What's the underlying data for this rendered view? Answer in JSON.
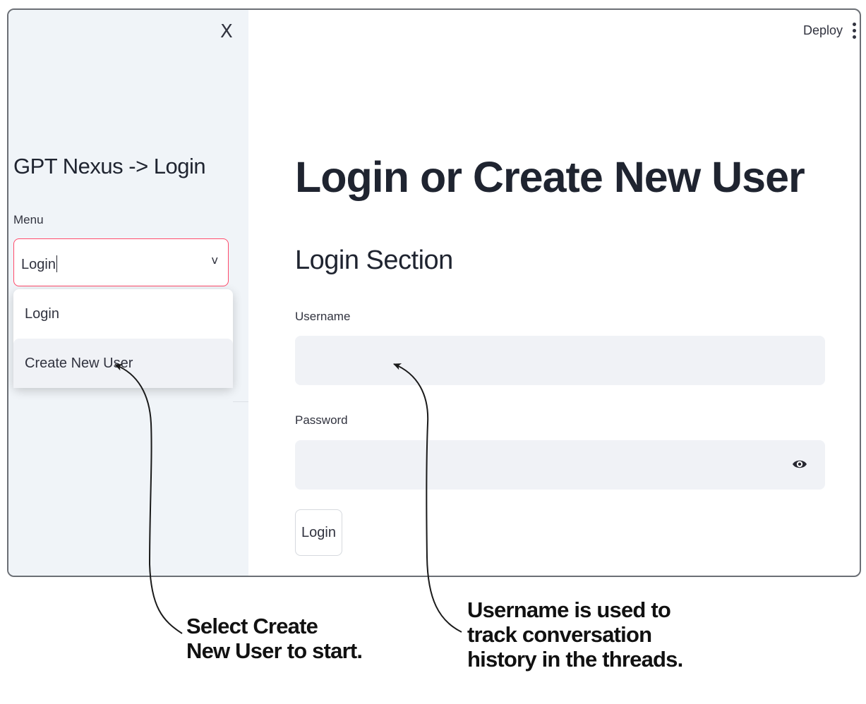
{
  "sidebar": {
    "close_icon": "X",
    "app_title": "GPT Nexus -> Login",
    "menu_label": "Menu",
    "select": {
      "value": "Login",
      "chevron": "v",
      "options": [
        "Login",
        "Create New User"
      ]
    }
  },
  "header": {
    "deploy_label": "Deploy",
    "menu_icon": "vertical-ellipsis-icon"
  },
  "main": {
    "title": "Login or Create New User",
    "section_title": "Login Section",
    "username_label": "Username",
    "username_value": "",
    "password_label": "Password",
    "password_value": "",
    "password_toggle_icon": "eye-icon",
    "login_button": "Login"
  },
  "annotations": {
    "left_line1": "Select Create",
    "left_line2": "New User to start.",
    "right_line1": "Username is used to",
    "right_line2": "track conversation",
    "right_line3": "history in the threads."
  },
  "colors": {
    "sidebar_bg": "#f0f4f8",
    "select_focus_border": "#ff4b6b",
    "input_bg": "#f0f2f6",
    "heading_text": "#1f2430"
  }
}
